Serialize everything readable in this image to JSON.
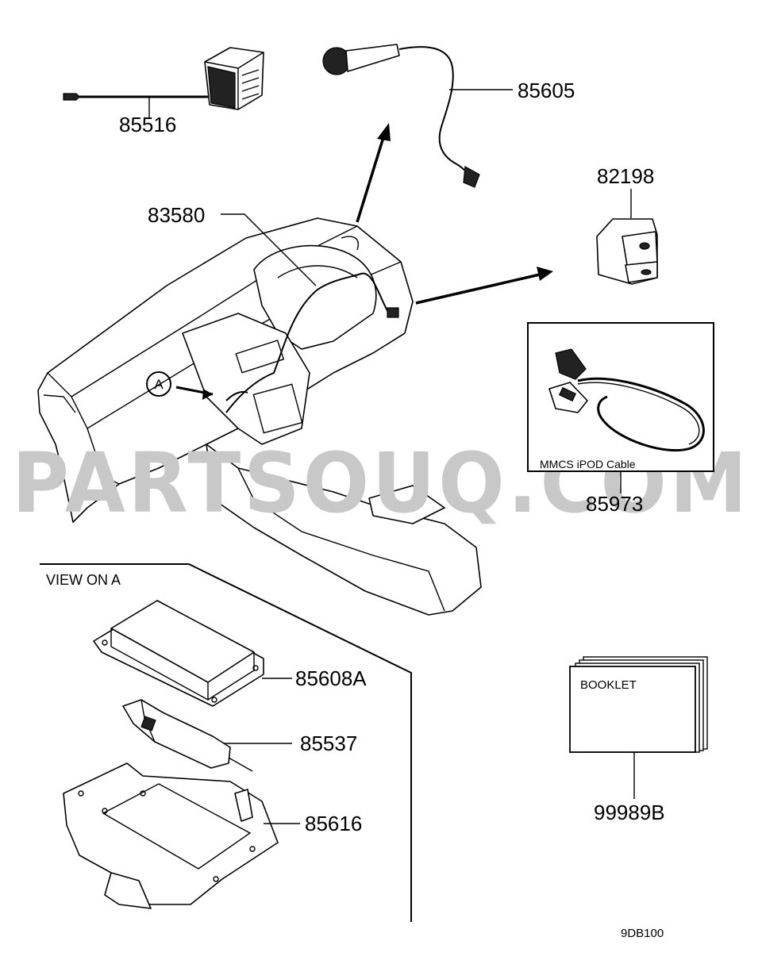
{
  "diagram": {
    "watermark": "PARTSOUQ.COM",
    "view_label": "VIEW ON A",
    "callout": "A",
    "parts": {
      "p85516": "85516",
      "p85605": "85605",
      "p82198": "82198",
      "p83580": "83580",
      "p85973": "85973",
      "p85608a": "85608A",
      "p85537": "85537",
      "p85616": "85616",
      "p99989b": "99989B"
    },
    "ipod_caption": "MMCS iPOD Cable",
    "booklet_caption": "BOOKLET",
    "drawing_code": "9DB100"
  }
}
